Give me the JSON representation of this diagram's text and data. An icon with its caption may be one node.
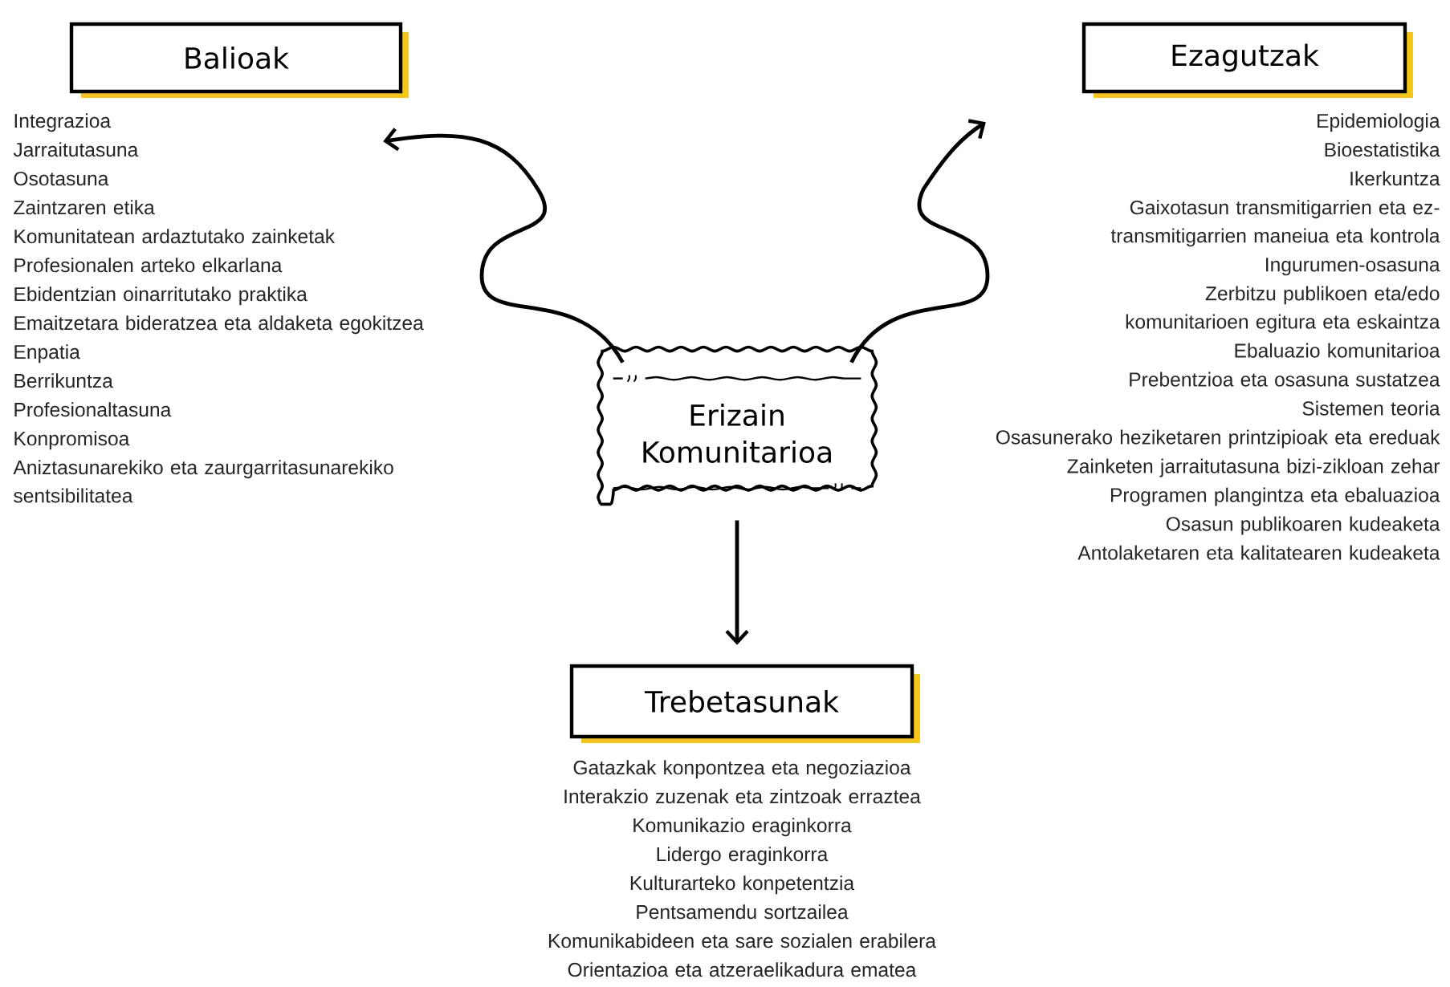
{
  "diagram": {
    "nodes": [
      {
        "text": [
          "Balioak"
        ],
        "beside": [
          "Integrazioa",
          "Jarraitutasuna",
          "Osotasuna",
          "Zaintzaren etika",
          "Komunitatean ardaztutako zainketak",
          "Profesionalen arteko elkarlana",
          "Ebidentzian oinarritutako praktika",
          "Emaitzetara bideratzea eta aldaketa egokitzea",
          "Enpatia",
          "Berrikuntza",
          "Profesionaltasuna",
          "Konpromisoa",
          "Aniztasunarekiko eta zaurgarritasunarekiko sentsibilitatea"
        ]
      },
      {
        "text": [
          "Ezagutzak"
        ],
        "beside": [
          "Epidemiologia",
          "Bioestatistika",
          "Ikerkuntza",
          "Gaixotasun transmitigarrien eta ez-transmitigarrien maneiua eta kontrola",
          "Ingurumen-osasuna",
          "Zerbitzu publikoen eta/edo komunitarioen egitura eta eskaintza",
          "Ebaluazio komunitarioa",
          "Prebentzioa eta osasuna sustatzea",
          "Sistemen teoria",
          "Osasunerako heziketaren printzipioak eta ereduak",
          "Zainketen jarraitutasuna bizi-zikloan zehar",
          "Programen plangintza eta ebaluazioa",
          "Osasun publikoaren kudeaketa",
          "Antolaketaren eta kalitatearen kudeaketa"
        ]
      },
      {
        "text": [
          "Erizain Komunitarioa"
        ]
      },
      {
        "text": [
          "Trebetasunak"
        ],
        "beside": [
          "Gatazkak konpontzea eta negoziazioa",
          "Interakzio zuzenak eta zintzoak erraztea",
          "Komunikazio eraginkorra",
          "Lidergo eraginkorra",
          "Kulturarteko konpetentzia",
          "Pentsamendu sortzailea",
          "Komunikabideen eta sare sozialen erabilera",
          "Orientazioa eta atzeraelikadura ematea"
        ]
      }
    ],
    "edges": [
      {
        "from": 2,
        "to": 0,
        "arrow": "to"
      },
      {
        "from": 2,
        "to": 1,
        "arrow": "to"
      },
      {
        "from": 2,
        "to": 3,
        "arrow": "to"
      }
    ]
  }
}
